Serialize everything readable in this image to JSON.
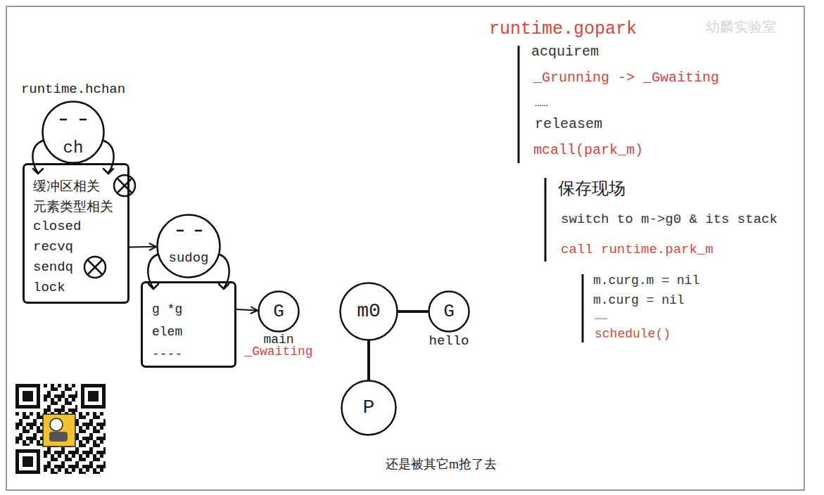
{
  "diagram": {
    "nodes": [
      {
        "text": [
          "runtime.hchan",
          "ch"
        ]
      },
      {
        "text": [
          "缓冲区相关",
          "元素类型相关",
          "closed",
          "recvq",
          "sendq",
          "lock"
        ]
      },
      {
        "text": [
          "sudog"
        ]
      },
      {
        "text": [
          "g *g",
          "elem",
          "----"
        ]
      },
      {
        "text": [
          "G",
          "main",
          "_Gwaiting"
        ]
      },
      {
        "text": [
          "m0"
        ]
      },
      {
        "text": [
          "G",
          "hello"
        ]
      },
      {
        "text": [
          "P"
        ]
      }
    ],
    "edges": [
      {
        "from": 1,
        "to": 2,
        "arrow": "to"
      },
      {
        "from": 3,
        "to": 4,
        "arrow": "to"
      },
      {
        "from": 5,
        "to": 6,
        "arrow": "none"
      },
      {
        "from": 5,
        "to": 7,
        "arrow": "none"
      }
    ],
    "labels": [
      "幼麟实验室",
      "runtime.gopark",
      "acquirem",
      "_Grunning -> _Gwaiting",
      "……",
      "releasem",
      "mcall(park_m)",
      "保存现场",
      "switch to m->g0 & its stack",
      "call runtime.park_m",
      "m.curg.m = nil",
      "m.curg = nil",
      "……",
      "schedule()",
      "还是被其它m抢了去"
    ]
  }
}
